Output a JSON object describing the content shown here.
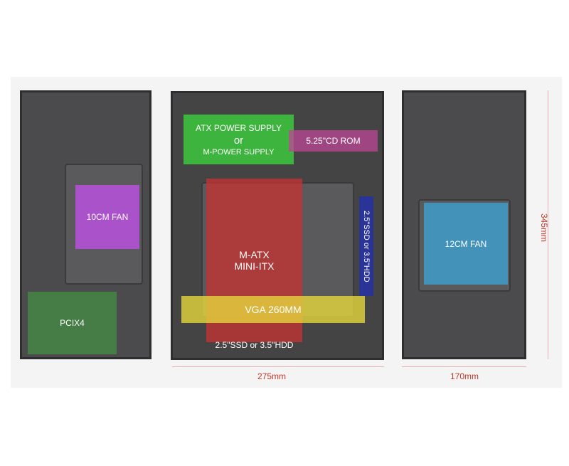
{
  "labels": {
    "fan_left": "10CM FAN",
    "pci": "PCIX4",
    "psu_line1": "ATX POWER SUPPLY",
    "psu_or": "or",
    "psu_line2": "M-POWER SUPPLY",
    "cdrom": "5.25\"CD ROM",
    "mobo_line1": "M-ATX",
    "mobo_line2": "MINI-ITX",
    "ssd_side": "2.5\"SSD or 3.5\"HDD",
    "vga": "VGA 260MM",
    "ssd_bottom": "2.5\"SSD or 3.5\"HDD",
    "fan_right": "12CM FAN"
  },
  "dimensions": {
    "depth": "275mm",
    "width": "170mm",
    "height": "345mm"
  },
  "colors": {
    "green": "#3fc43f",
    "pink": "#c04aa0",
    "red": "#c0392b",
    "yellow": "#e0d640",
    "blue": "#2a3a9a",
    "purple": "#b050d0",
    "teal": "#3a9ac8"
  }
}
